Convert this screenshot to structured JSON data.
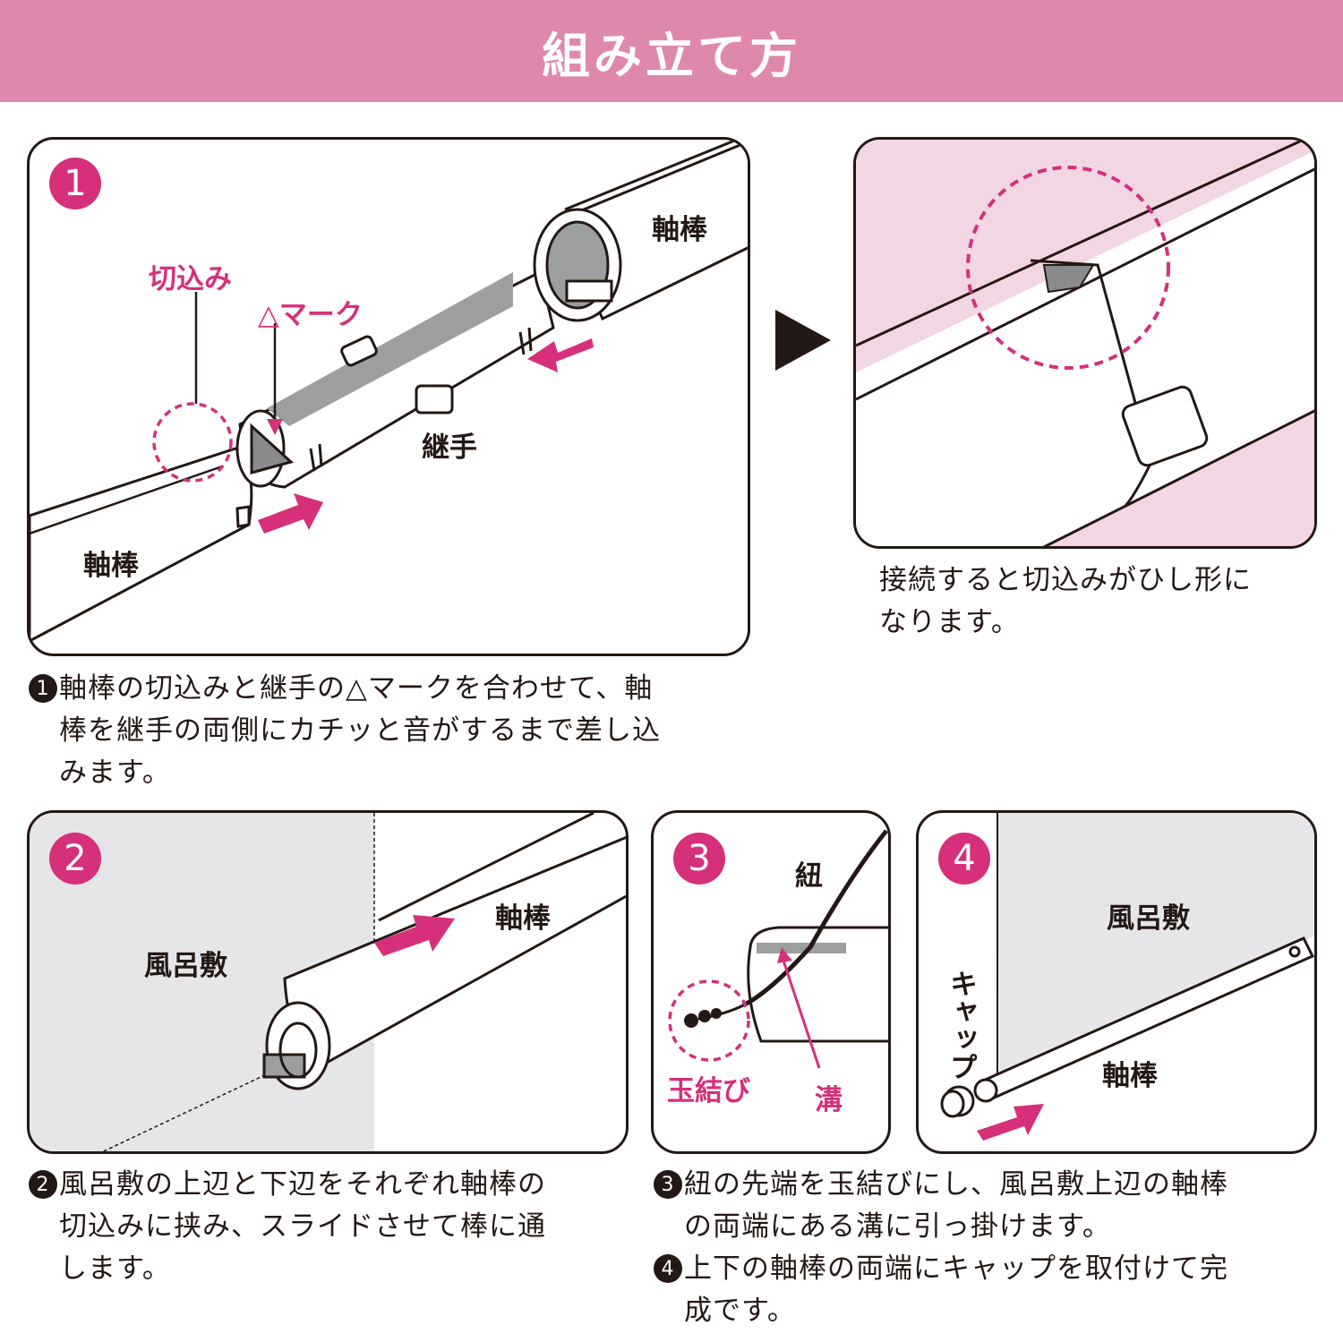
{
  "header": {
    "title": "組み立て方"
  },
  "colors": {
    "accent": "#d6307a",
    "header_bg": "#df88ad",
    "cloth": "#e6e6e9",
    "pink_bg": "#f3d6e4"
  },
  "step1": {
    "number": "1",
    "labels": {
      "rod_top": "軸棒",
      "rod_bottom": "軸棒",
      "notch": "切込み",
      "triangle_mark": "△マーク",
      "joint": "継手"
    },
    "caption_lines": [
      "軸棒の切込みと継手の△マークを合わせて、軸",
      "棒を継手の両側にカチッと音がするまで差し込",
      "みます。"
    ],
    "caption_bullet": "1"
  },
  "result": {
    "caption_lines": [
      "接続すると切込みがひし形に",
      "なります。"
    ]
  },
  "step2": {
    "number": "2",
    "labels": {
      "cloth": "風呂敷",
      "rod": "軸棒"
    },
    "caption_lines": [
      "風呂敷の上辺と下辺をそれぞれ軸棒の",
      "切込みに挟み、スライドさせて棒に通",
      "します。"
    ],
    "caption_bullet": "2"
  },
  "step3": {
    "number": "3",
    "labels": {
      "string": "紐",
      "knot": "玉結び",
      "groove": "溝"
    },
    "caption_lines": [
      "紐の先端を玉結びにし、風呂敷上辺の軸棒",
      "の両端にある溝に引っ掛けます。"
    ],
    "caption_bullet": "3"
  },
  "step4": {
    "number": "4",
    "labels": {
      "cloth": "風呂敷",
      "cap": "キャップ",
      "rod": "軸棒"
    },
    "caption_lines": [
      "上下の軸棒の両端にキャップを取付けて完",
      "成です。"
    ],
    "caption_bullet": "4"
  }
}
